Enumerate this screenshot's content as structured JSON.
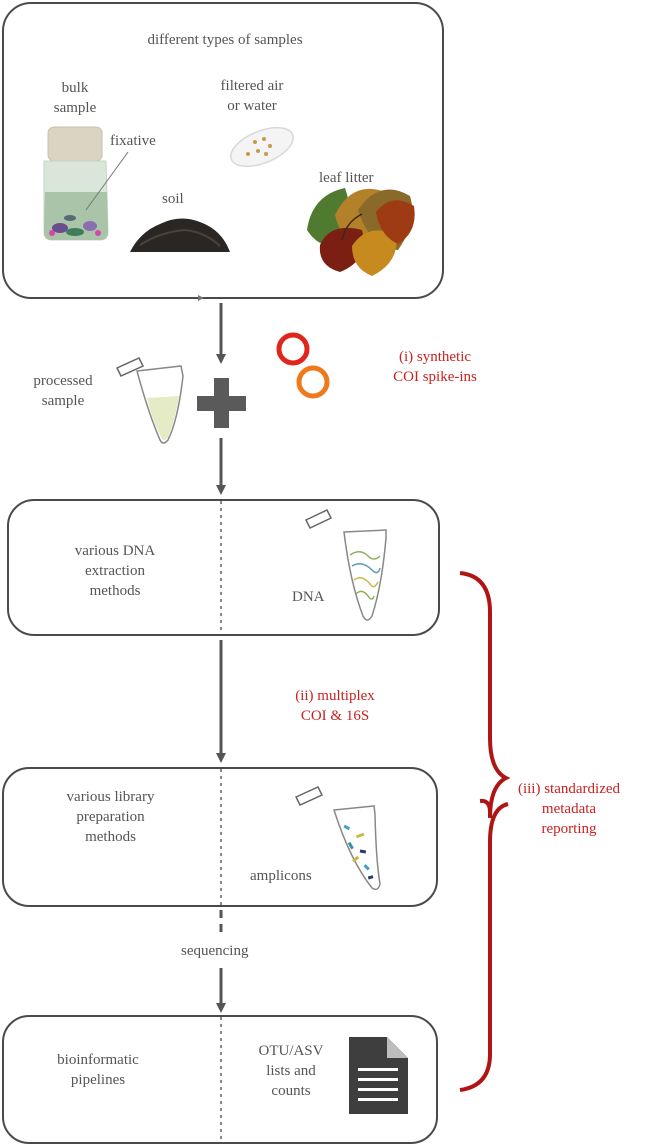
{
  "samples_box": {
    "title": "different types of samples",
    "bulk_sample": "bulk\nsample",
    "fixative": "fixative",
    "filtered": "filtered air\nor water",
    "soil": "soil",
    "leaf_litter": "leaf litter"
  },
  "processing": {
    "processed_sample": "processed\nsample",
    "spike_ins": "(i) synthetic\nCOI spike-ins"
  },
  "extraction_box": {
    "methods": "various DNA\nextraction\nmethods",
    "product": "DNA"
  },
  "multiplex": "(ii) multiplex\nCOI & 16S",
  "library_box": {
    "methods": "various library\npreparation\nmethods",
    "product": "amplicons"
  },
  "sequencing": "sequencing",
  "bioinformatics_box": {
    "methods": "bioinformatic\npipelines",
    "product": "OTU/ASV\nlists and\ncounts"
  },
  "metadata": "(iii) standardized\nmetadata\nreporting",
  "colors": {
    "box_stroke": "#4a4a4a",
    "arrow": "#555555",
    "accent_red": "#cc1f1f",
    "bracket": "#b01515",
    "ring_red": "#e0251b",
    "ring_orange": "#ee7a1d"
  }
}
